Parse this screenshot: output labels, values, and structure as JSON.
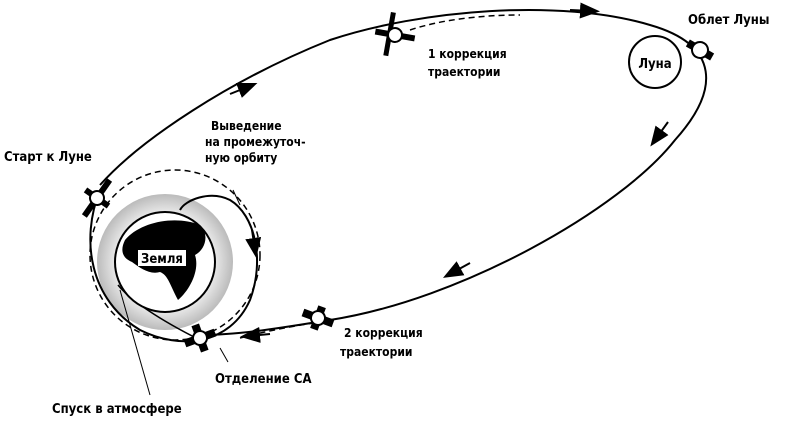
{
  "labels": {
    "moon_flyby": "Облет Луны",
    "moon": "Луна",
    "correction1_line1": "1 коррекция",
    "correction1_line2": "траектории",
    "insertion_line1": "Выведение",
    "insertion_line2": "на промежуточ-",
    "insertion_line3": "ную орбиту",
    "launch_to_moon": "Старт к Луне",
    "earth": "Земля",
    "correction2_line1": "2 коррекция",
    "correction2_line2": "траектории",
    "separation": "Отделение СА",
    "reentry": "Спуск в атмосфере"
  }
}
